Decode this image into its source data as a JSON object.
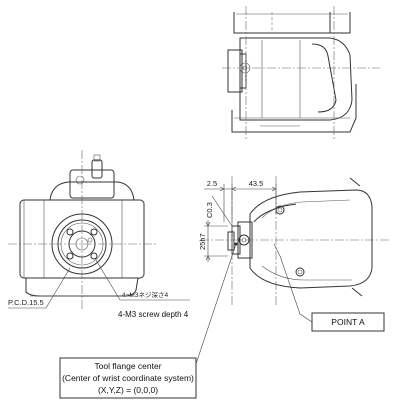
{
  "dimensions": {
    "offset_2_5": "2.5",
    "offset_43_5": "43.5",
    "chamfer": "C0.3",
    "diameter": "25h7",
    "pcd": "P.C.D.15.5"
  },
  "screw_callout": {
    "jp": "4−M3ネジ深さ4",
    "en": "4-M3 screw depth 4"
  },
  "point_a": "POINT A",
  "tool_flange_note": {
    "line1": "Tool flange center",
    "line2": "(Center of wrist coordinate system)",
    "line3": "(X,Y,Z) = (0,0,0)"
  }
}
